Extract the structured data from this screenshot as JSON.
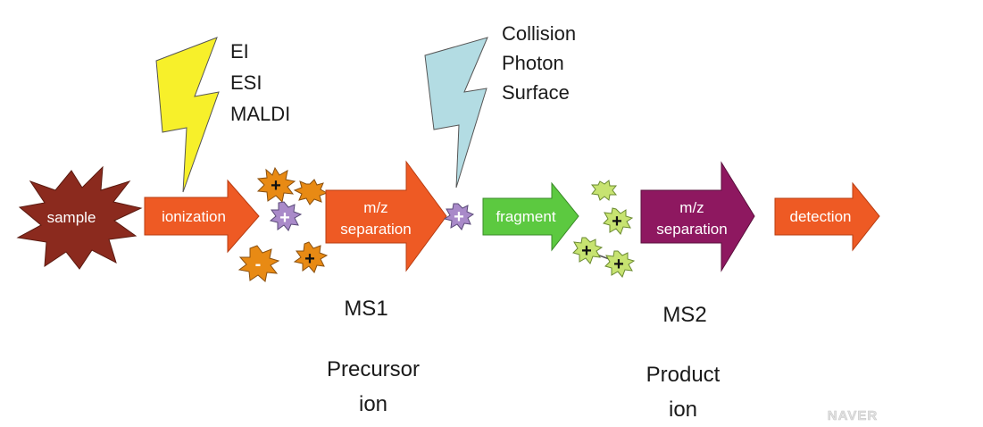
{
  "ionization_methods": [
    "EI",
    "ESI",
    "MALDI"
  ],
  "fragmentation_methods": [
    "Collision",
    "Photon",
    "Surface"
  ],
  "steps": {
    "sample": "sample",
    "ionization": "ionization",
    "separation1_line1": "m/z",
    "separation1_line2": "separation",
    "fragment": "fragment",
    "separation2_line1": "m/z",
    "separation2_line2": "separation",
    "detection": "detection"
  },
  "stage_labels": {
    "ms1": "MS1",
    "ms2": "MS2",
    "precursor_line1": "Precursor",
    "precursor_line2": "ion",
    "product_line1": "Product",
    "product_line2": "ion"
  },
  "ion_signs": {
    "plus": "+",
    "minus": "-"
  },
  "watermark": "NAVER",
  "colors": {
    "sample": "#8b2a1e",
    "orange_arrow": "#ee5a24",
    "fragment_arrow": "#5cc940",
    "separation2_arrow": "#8e1860",
    "ionization_bolt": "#f7f02a",
    "fragmentation_bolt": "#b3dce3",
    "ion_orange": "#e88a14",
    "ion_purple": "#a98ac9",
    "ion_green": "#c7e371"
  }
}
